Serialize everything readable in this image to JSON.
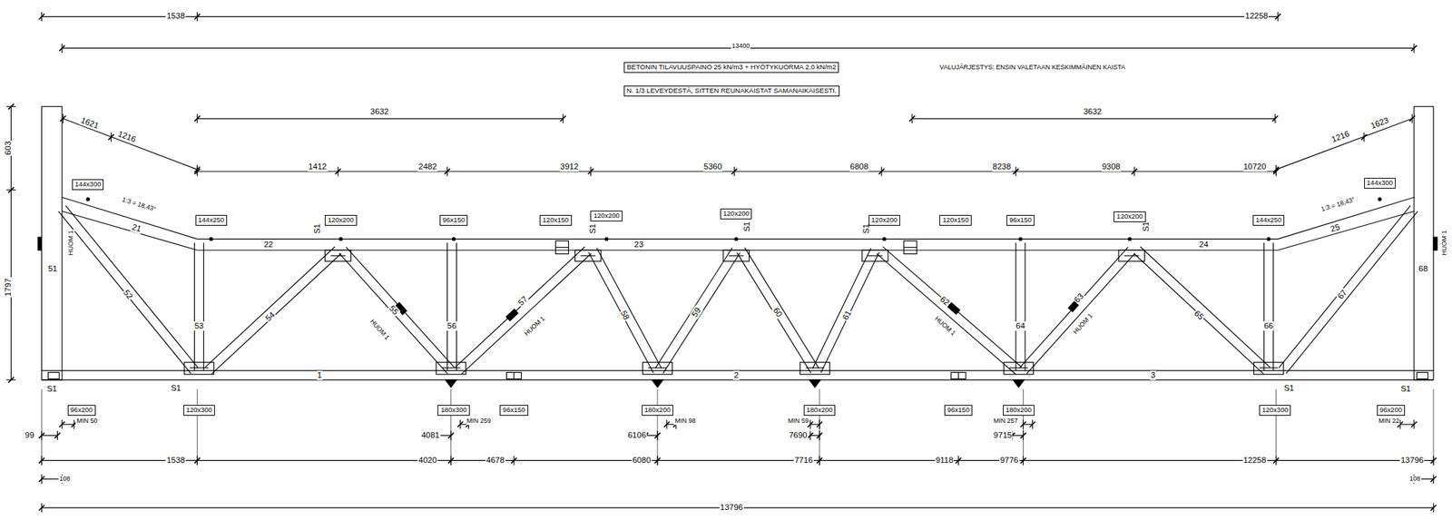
{
  "diagram": {
    "nodes": [
      {
        "text": [
          "BETONIN TILAVUUSPAINO 25 kN/m3 + HYÖTYKUORMA 2,0 kN/m2"
        ]
      },
      {
        "text": [
          "N. 1/3 LEVEYDESTÄ, SITTEN REUNAKAISTAT SAMANAIKAISESTI."
        ]
      },
      {
        "text": [
          "144x300"
        ]
      },
      {
        "text": [
          "144x250"
        ]
      },
      {
        "text": [
          "120x200"
        ]
      },
      {
        "text": [
          "96x150"
        ]
      },
      {
        "text": [
          "120x150"
        ]
      },
      {
        "text": [
          "120x200"
        ]
      },
      {
        "text": [
          "120x200"
        ]
      },
      {
        "text": [
          "120x200"
        ]
      },
      {
        "text": [
          "120x150"
        ]
      },
      {
        "text": [
          "96x150"
        ]
      },
      {
        "text": [
          "120x200"
        ]
      },
      {
        "text": [
          "144x250"
        ]
      },
      {
        "text": [
          "144x300"
        ]
      },
      {
        "text": [
          "96x200"
        ]
      },
      {
        "text": [
          "120x300"
        ]
      },
      {
        "text": [
          "180x300"
        ]
      },
      {
        "text": [
          "96x150"
        ]
      },
      {
        "text": [
          "180x200"
        ]
      },
      {
        "text": [
          "180x200"
        ]
      },
      {
        "text": [
          "96x150"
        ]
      },
      {
        "text": [
          "180x200"
        ]
      },
      {
        "text": [
          "120x300"
        ]
      },
      {
        "text": [
          "96x200"
        ]
      }
    ],
    "labels": [
      "1538",
      "12258",
      "13400",
      "VALUJÄRJESTYS: ENSIN VALETAAN KESKIMMÄINEN KAISTA",
      "3632",
      "3632",
      "1621",
      "1216",
      "1216",
      "1623",
      "1412",
      "2482",
      "3912",
      "5360",
      "6808",
      "8238",
      "9308",
      "10720",
      "603",
      "1797",
      "1:3 = 18,43°",
      "21",
      "1:3 = 18,43°",
      "25",
      "22",
      "23",
      "24",
      "51",
      "HUOM 1",
      "68",
      "HUOM 1",
      "52",
      "53",
      "54",
      "55",
      "HUOM 1",
      "56",
      "57",
      "HUOM 1",
      "58",
      "59",
      "60",
      "61",
      "62",
      "HUOM 1",
      "64",
      "63",
      "HUOM 1",
      "65",
      "66",
      "67",
      "1",
      "2",
      "3",
      "S1",
      "S1",
      "S1",
      "S1",
      "S1",
      "S1",
      "S1",
      "S1",
      "S1",
      "MIN 50",
      "MIN 259",
      "MIN 98",
      "MIN 59",
      "MIN 257",
      "MIN 22",
      "99",
      "4081",
      "6106",
      "7690",
      "9715",
      "1538",
      "4020",
      "4678",
      "6080",
      "7716",
      "9118",
      "9776",
      "12258",
      "13796",
      "108",
      "108",
      "13796"
    ]
  }
}
